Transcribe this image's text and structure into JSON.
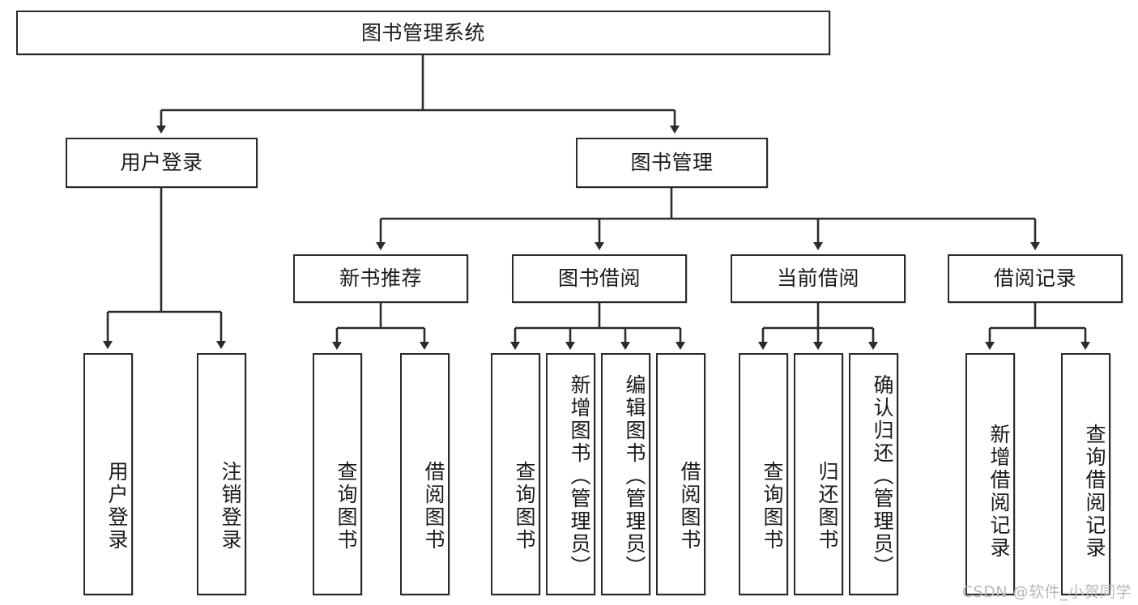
{
  "diagram": {
    "title": "图书管理系统",
    "type": "tree-hierarchy",
    "watermark": "CSDN @软件_小贺同学",
    "accent_color": "#2b2b2b",
    "background_color": "#ffffff",
    "root": {
      "id": "root",
      "label": "图书管理系统"
    },
    "level2": [
      {
        "id": "user-login",
        "label": "用户登录"
      },
      {
        "id": "book-manage",
        "label": "图书管理"
      }
    ],
    "level3": [
      {
        "id": "new-book-recommend",
        "label": "新书推荐",
        "parent": "book-manage"
      },
      {
        "id": "book-borrow",
        "label": "图书借阅",
        "parent": "book-manage"
      },
      {
        "id": "current-borrow",
        "label": "当前借阅",
        "parent": "book-manage"
      },
      {
        "id": "borrow-record",
        "label": "借阅记录",
        "parent": "book-manage"
      }
    ],
    "leaves": [
      {
        "id": "leaf-user-login",
        "label": "用户登录",
        "parent": "user-login"
      },
      {
        "id": "leaf-logout-login",
        "label": "注销登录",
        "parent": "user-login"
      },
      {
        "id": "leaf-query-book-1",
        "label": "查询图书",
        "parent": "new-book-recommend"
      },
      {
        "id": "leaf-borrow-book-1",
        "label": "借阅图书",
        "parent": "new-book-recommend"
      },
      {
        "id": "leaf-query-book-2",
        "label": "查询图书",
        "parent": "book-borrow"
      },
      {
        "id": "leaf-add-book",
        "label": "新增图书（管理员）",
        "parent": "book-borrow"
      },
      {
        "id": "leaf-edit-book",
        "label": "编辑图书（管理员）",
        "parent": "book-borrow"
      },
      {
        "id": "leaf-borrow-book-2",
        "label": "借阅图书",
        "parent": "book-borrow"
      },
      {
        "id": "leaf-query-book-3",
        "label": "查询图书",
        "parent": "current-borrow"
      },
      {
        "id": "leaf-return-book",
        "label": "归还图书",
        "parent": "current-borrow"
      },
      {
        "id": "leaf-confirm-return",
        "label": "确认归还（管理员）",
        "parent": "current-borrow"
      },
      {
        "id": "leaf-add-record",
        "label": "新增借阅记录",
        "parent": "borrow-record"
      },
      {
        "id": "leaf-query-record",
        "label": "查询借阅记录",
        "parent": "borrow-record"
      }
    ]
  }
}
